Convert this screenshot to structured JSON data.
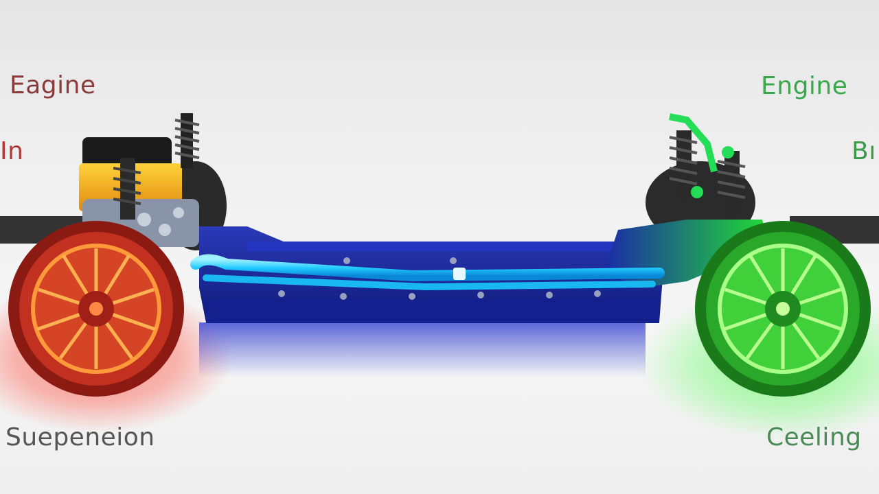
{
  "labels": {
    "top_left": "Eagine",
    "mid_left": "In",
    "bottom_left": "Suepeneion",
    "top_right": "Engine",
    "mid_right": "Bı",
    "bottom_right": "Ceeling"
  },
  "colors": {
    "left_label": "#8a3a3a",
    "right_label": "#3aa84a",
    "bottom_left_label": "#555555",
    "bottom_right_label": "#4a8a55",
    "front_glow": "#ff2a1a",
    "rear_glow": "#22ee22",
    "frame_blue": "#1a2aa8",
    "tube_cyan": "#22ccff",
    "engine_orange": "#f5a81a"
  },
  "components": {
    "front_wheel": "front-wheel-red",
    "rear_wheel": "rear-wheel-green",
    "engine": "engine-block",
    "frame": "ladder-frame-blue",
    "coolant_line": "cyan-tube"
  }
}
